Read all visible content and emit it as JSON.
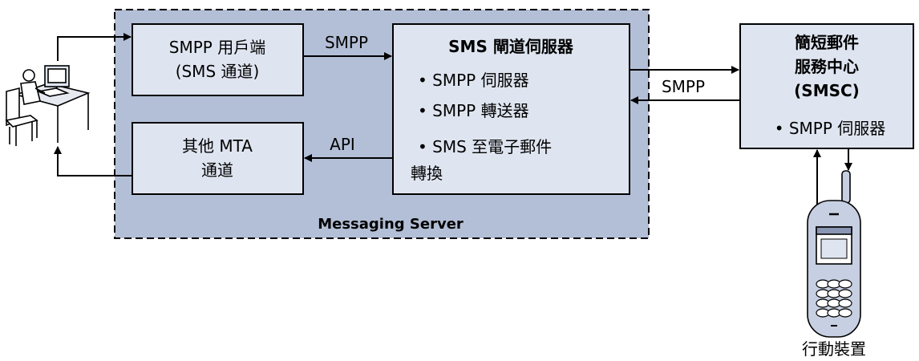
{
  "server": {
    "label": "Messaging Server"
  },
  "smpp_client": {
    "line1": "SMPP 用戶端",
    "line2": "(SMS 通道)"
  },
  "other_mta": {
    "line1": "其他 MTA",
    "line2": "通道"
  },
  "gateway": {
    "title": "SMS 閘道伺服器",
    "items": [
      "• SMPP 伺服器",
      "• SMPP 轉送器",
      "• SMS 至電子郵件",
      "轉換"
    ]
  },
  "smsc": {
    "line1": "簡短郵件",
    "line2": "服務中心",
    "line3": "(SMSC)",
    "item": "• SMPP 伺服器"
  },
  "edges": {
    "client_to_gateway": "SMPP",
    "gateway_to_smsc": "SMPP",
    "gateway_to_mta": "API"
  },
  "device": {
    "label": "行動裝置"
  },
  "colors": {
    "server_fill": "#b3bfd6",
    "box_fill": "#dfe5f0",
    "phone_fill": "#c7cfe2",
    "stroke": "#000000"
  },
  "icons": {
    "user": "user-at-computer-icon",
    "phone": "mobile-phone-icon"
  }
}
